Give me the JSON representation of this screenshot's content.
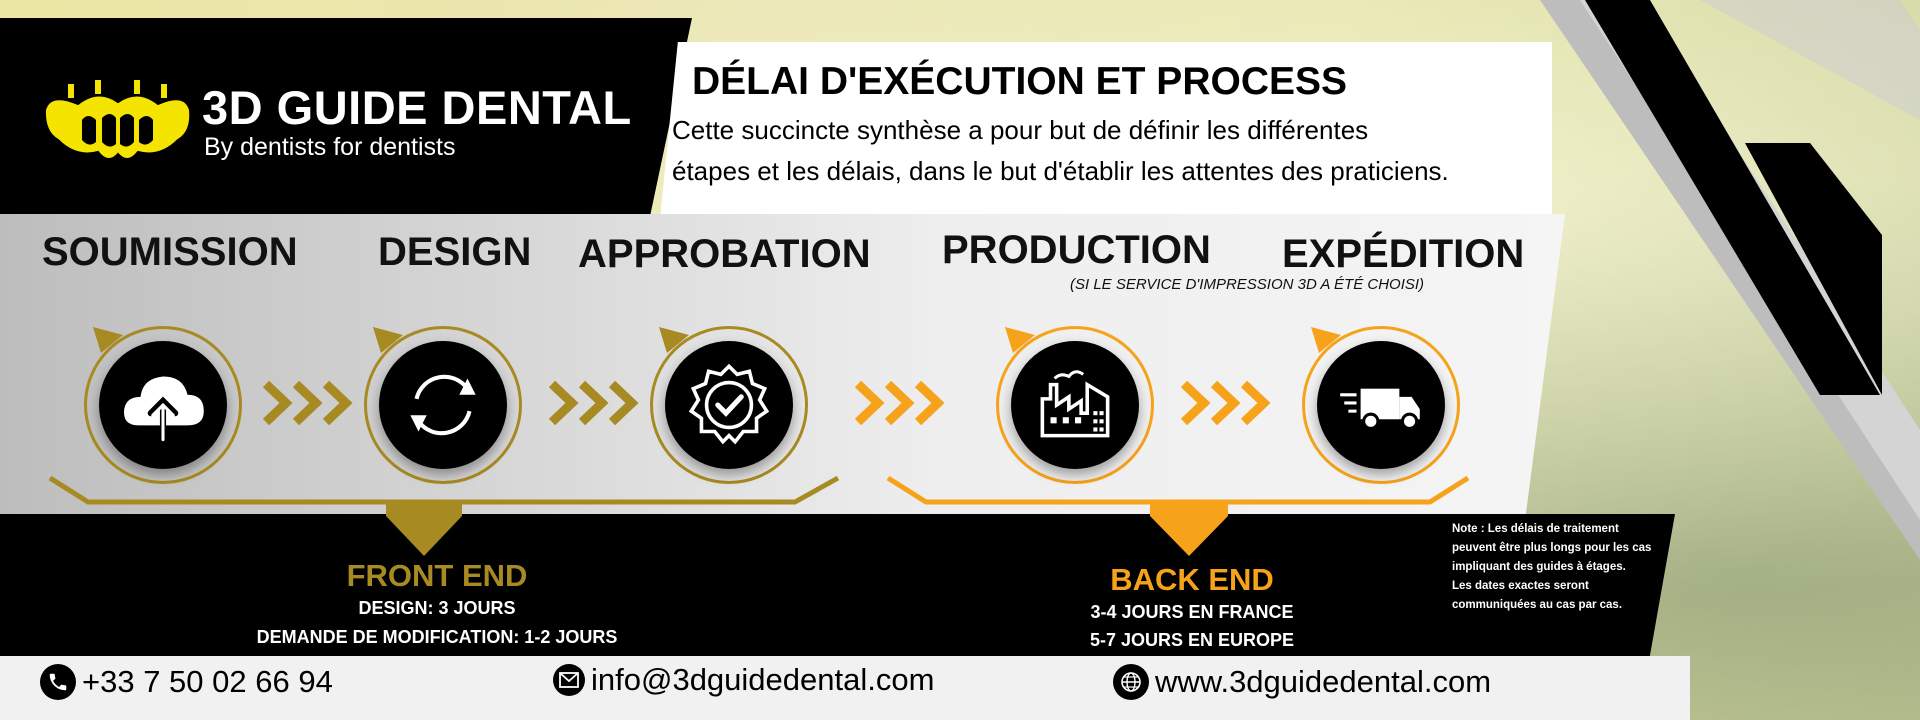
{
  "brand": {
    "name": "3D GUIDE DENTAL",
    "tagline": "By dentists for dentists"
  },
  "intro": {
    "title": "DÉLAI D'EXÉCUTION ET PROCESS",
    "line1": "Cette succincte synthèse a pour but de définir les différentes",
    "line2": "étapes et les délais, dans le but d'établir les attentes des praticiens."
  },
  "steps": [
    {
      "label": "SOUMISSION",
      "icon": "cloud-upload-icon"
    },
    {
      "label": "DESIGN",
      "icon": "refresh-cycle-icon"
    },
    {
      "label": "APPROBATION",
      "icon": "check-badge-icon"
    },
    {
      "label": "PRODUCTION",
      "icon": "factory-icon",
      "note": "(SI LE SERVICE D'IMPRESSION 3D A ÉTÉ CHOISI)"
    },
    {
      "label": "EXPÉDITION",
      "icon": "delivery-truck-icon"
    }
  ],
  "front_end": {
    "title": "FRONT END",
    "line1": "DESIGN: 3 JOURS",
    "line2": "DEMANDE DE MODIFICATION: 1-2 JOURS"
  },
  "back_end": {
    "title": "BACK END",
    "line1": "3-4 JOURS EN FRANCE",
    "line2": "5-7 JOURS EN EUROPE"
  },
  "note": {
    "line1": "Note : Les délais de traitement",
    "line2": "peuvent être plus longs pour les cas",
    "line3": "impliquant des guides à étages.",
    "line4": "Les dates exactes seront",
    "line5": "communiquées au cas par cas."
  },
  "contact": {
    "phone": "+33 7 50 02 66 94",
    "email": "info@3dguidedental.com",
    "website": "www.3dguidedental.com"
  },
  "colors": {
    "gold": "#a88a22",
    "orange": "#f7a21b",
    "yellow": "#f5e400",
    "black": "#000000"
  }
}
